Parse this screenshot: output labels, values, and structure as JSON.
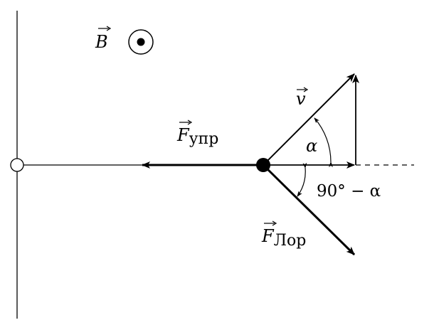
{
  "labels": {
    "b_vector": "B",
    "v_vector": "v",
    "alpha": "α",
    "f_elastic_base": "F",
    "f_elastic_sub": "упр",
    "f_lorentz_base": "F",
    "f_lorentz_sub": "Лор",
    "angle_90": "90° − α"
  },
  "colors": {
    "stroke": "#000000",
    "background": "#ffffff"
  },
  "icons": {
    "b_field_direction": "dot-in-circle-out-of-page-icon",
    "vector_marker": "right-arrow-accent-icon"
  }
}
